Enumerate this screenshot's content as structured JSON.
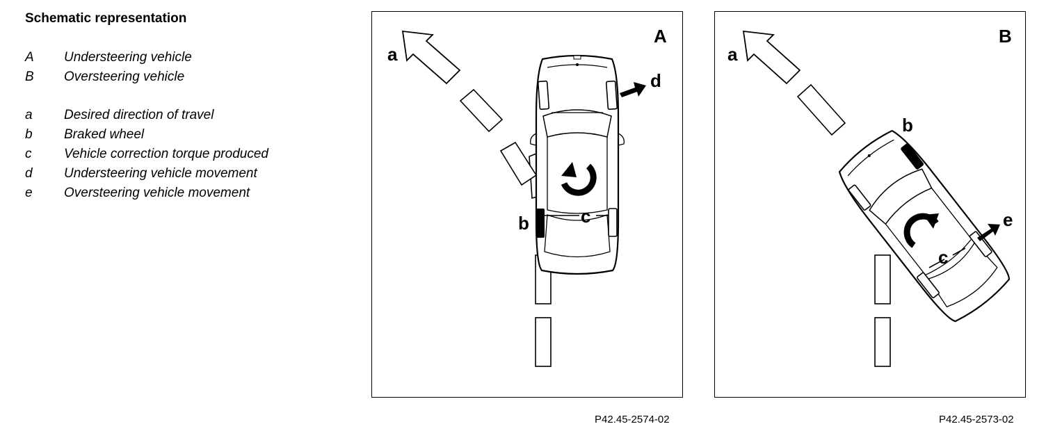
{
  "title": "Schematic representation",
  "legend_vehicle": [
    {
      "key": "A",
      "text": "Understeering vehicle"
    },
    {
      "key": "B",
      "text": "Oversteering vehicle"
    }
  ],
  "legend_items": [
    {
      "key": "a",
      "text": "Desired direction of travel"
    },
    {
      "key": "b",
      "text": "Braked wheel"
    },
    {
      "key": "c",
      "text": "Vehicle correction torque produced"
    },
    {
      "key": "d",
      "text": "Understeering vehicle movement"
    },
    {
      "key": "e",
      "text": "Oversteering vehicle movement"
    }
  ],
  "panels": {
    "A": {
      "letter": "A",
      "ref": "P42.45-2574-02",
      "labels": {
        "a": "a",
        "b": "b",
        "c": "c",
        "d": "d"
      }
    },
    "B": {
      "letter": "B",
      "ref": "P42.45-2573-02",
      "labels": {
        "a": "a",
        "b": "b",
        "c": "c",
        "e": "e"
      }
    }
  }
}
